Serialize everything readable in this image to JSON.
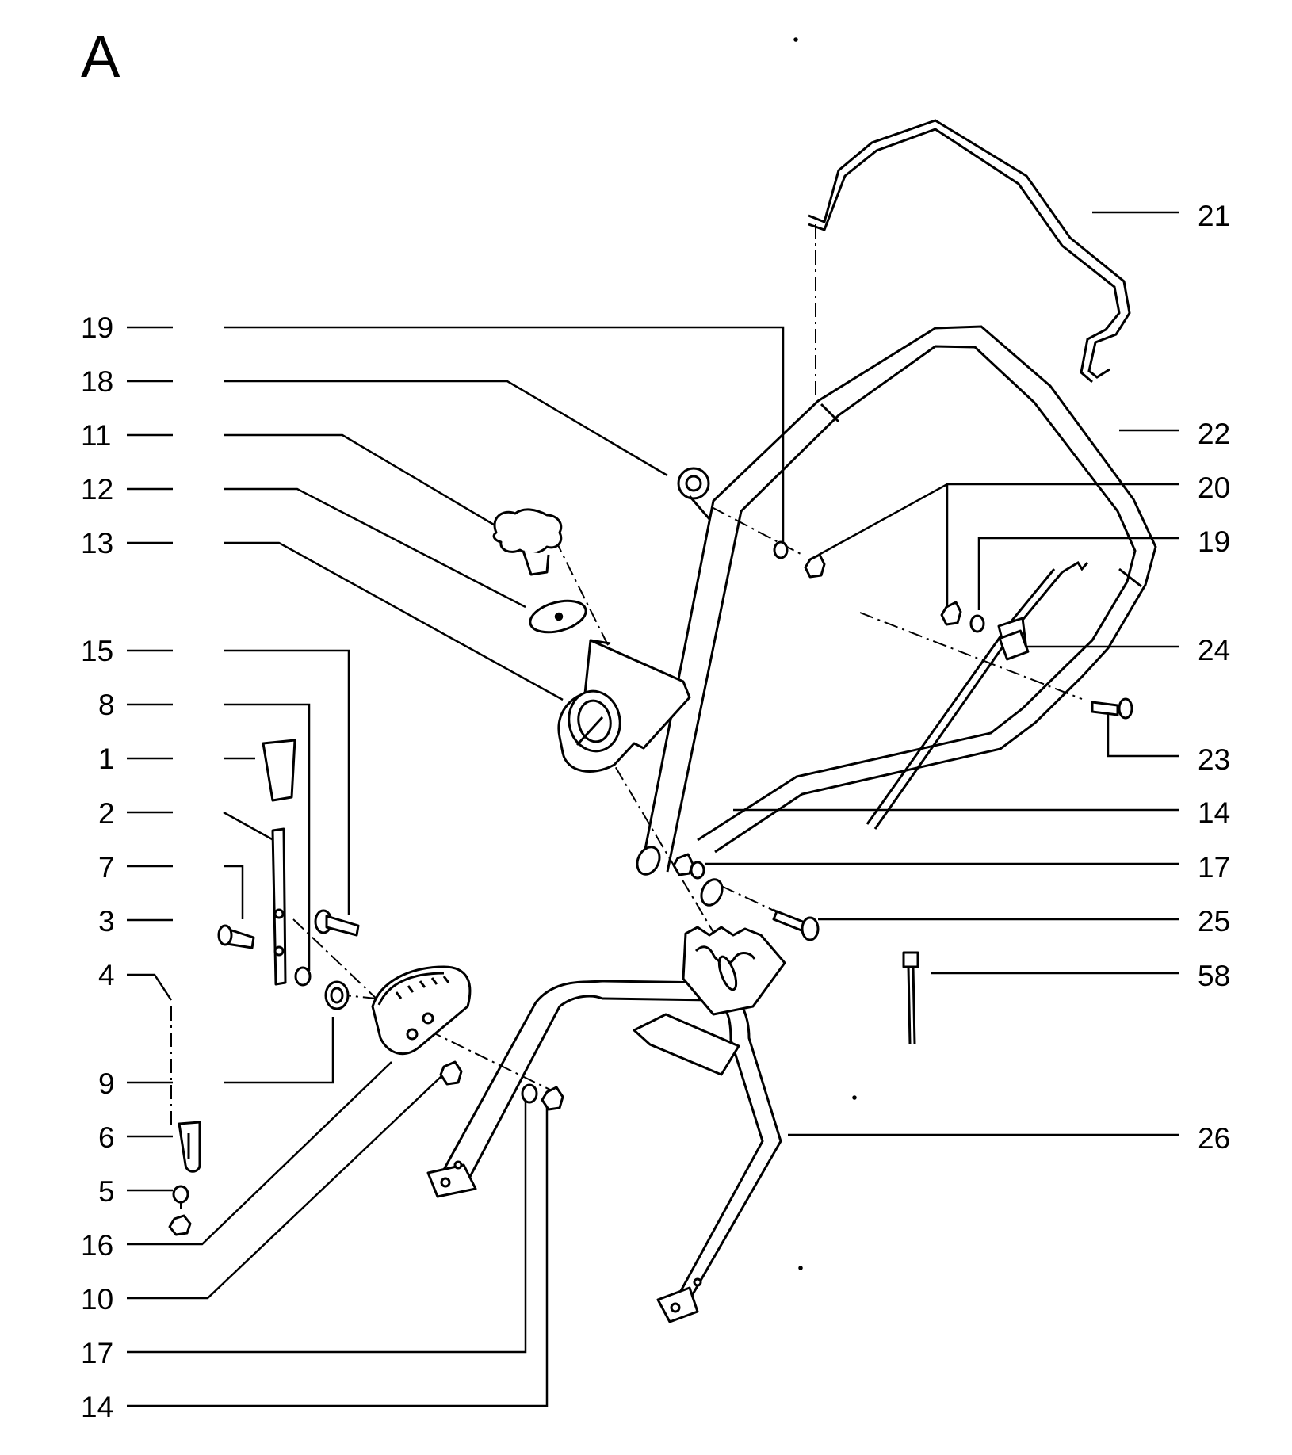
{
  "section_letter": "A",
  "callouts_left": [
    "19",
    "18",
    "11",
    "12",
    "13",
    "15",
    "8",
    "1",
    "2",
    "7",
    "3",
    "4",
    "9",
    "6",
    "5",
    "16",
    "10",
    "17",
    "14"
  ],
  "callouts_right": [
    "21",
    "22",
    "20",
    "19",
    "24",
    "23",
    "14",
    "17",
    "25",
    "58",
    "26"
  ]
}
